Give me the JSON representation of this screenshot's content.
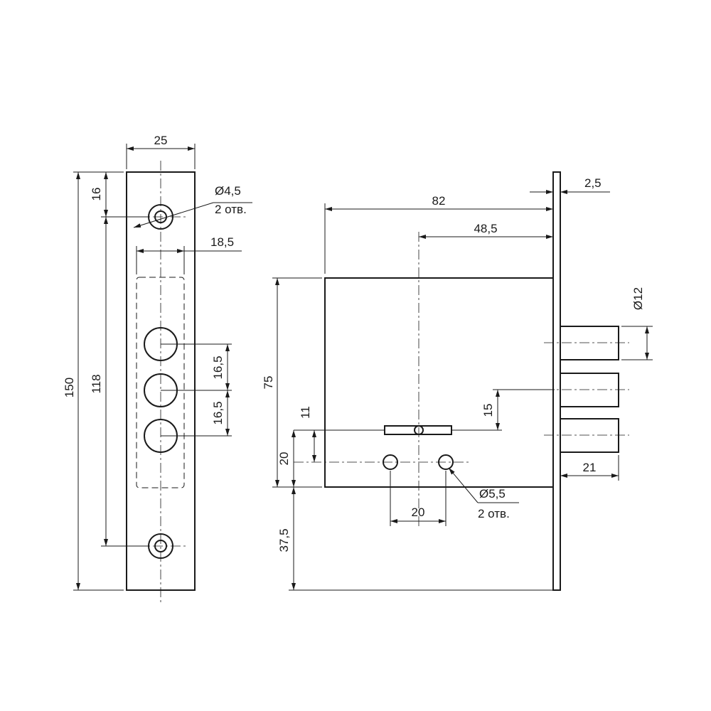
{
  "faceplate": {
    "width": "25",
    "top_offset": "16",
    "hole_spacing": "118",
    "length": "150",
    "hole_callout_diameter": "Ø4,5",
    "hole_callout_count": "2 отв.",
    "cutout_width": "18,5",
    "bolt_pitch_1": "16,5",
    "bolt_pitch_2": "16,5"
  },
  "lock_body": {
    "backset_total": "82",
    "backset_key": "48,5",
    "faceplate_thickness": "2,5",
    "bolt_diameter": "Ø12",
    "height": "75",
    "key_offset": "11",
    "mount_hole_offset": "20",
    "bottom_offset": "37,5",
    "bolt_spacing": "15",
    "bolt_projection": "21",
    "mount_hole_spacing": "20",
    "mount_hole_diameter": "Ø5,5",
    "mount_hole_count": "2 отв."
  }
}
